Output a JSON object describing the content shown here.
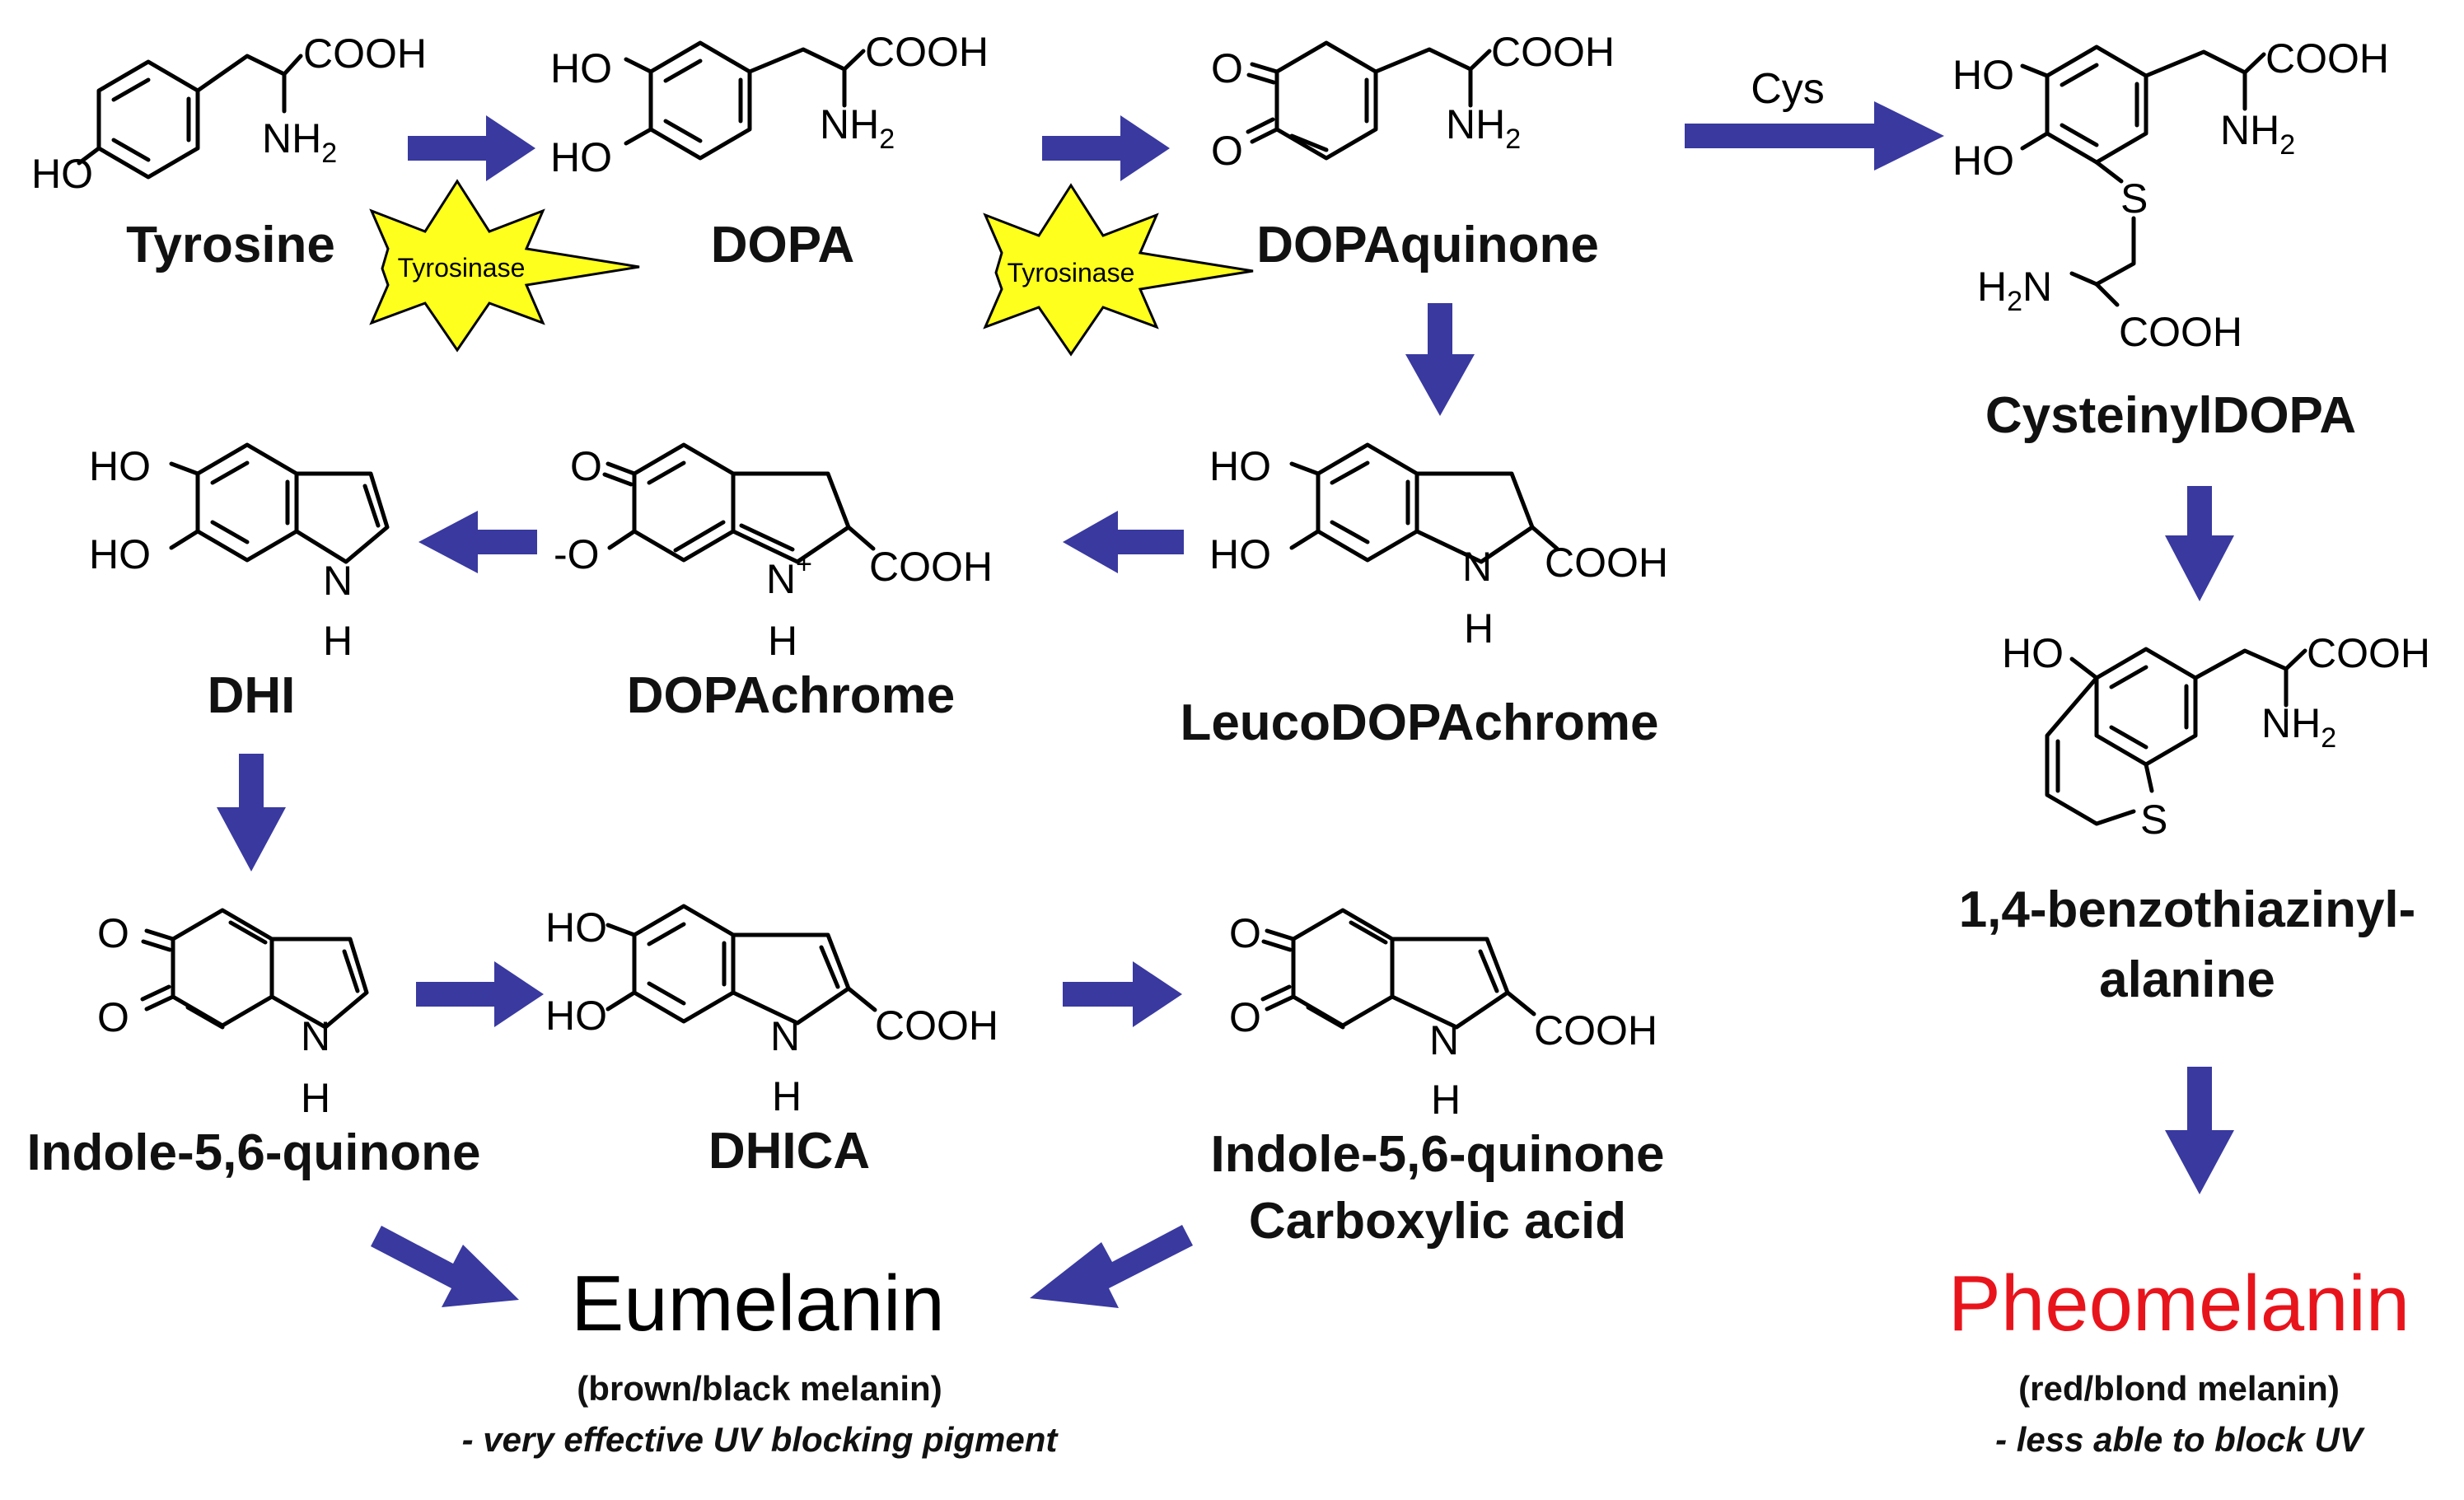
{
  "atoms": {
    "cooh": "COOH",
    "nh": "NH",
    "h2": "H",
    "two": "2",
    "ho": "HO",
    "o": "O",
    "o_minus": "-O",
    "n": "N",
    "h": "H",
    "plus": "+",
    "s": "S"
  },
  "compounds": {
    "tyrosine": "Tyrosine",
    "dopa": "DOPA",
    "dopaquinone": "DOPAquinone",
    "cysteinyldopa": "CysteinylDOPA",
    "leucodopachrome": "LeucoDOPAchrome",
    "dopachrome": "DOPAchrome",
    "dhi": "DHI",
    "indole_quinone": "Indole-5,6-quinone",
    "dhica": "DHICA",
    "iqca_line1": "Indole-5,6-quinone",
    "iqca_line2": "Carboxylic acid",
    "btz_line1": "1,4-benzothiazinyl-",
    "btz_line2": "alanine"
  },
  "enzymes": {
    "tyrosinase1": "Tyrosinase",
    "tyrosinase2": "Tyrosinase"
  },
  "reagents": {
    "cys": "Cys"
  },
  "products": {
    "eumelanin": {
      "name": "Eumelanin",
      "color": "#000000",
      "desc": "(brown/black melanin)",
      "note": "- very  effective UV blocking pigment"
    },
    "pheomelanin": {
      "name": "Pheomelanin",
      "color": "#e8141c",
      "desc": "(red/blond melanin)",
      "note": "- less able to block UV"
    }
  },
  "colors": {
    "arrow": "#3939a0",
    "burst": "#ffff1e"
  }
}
